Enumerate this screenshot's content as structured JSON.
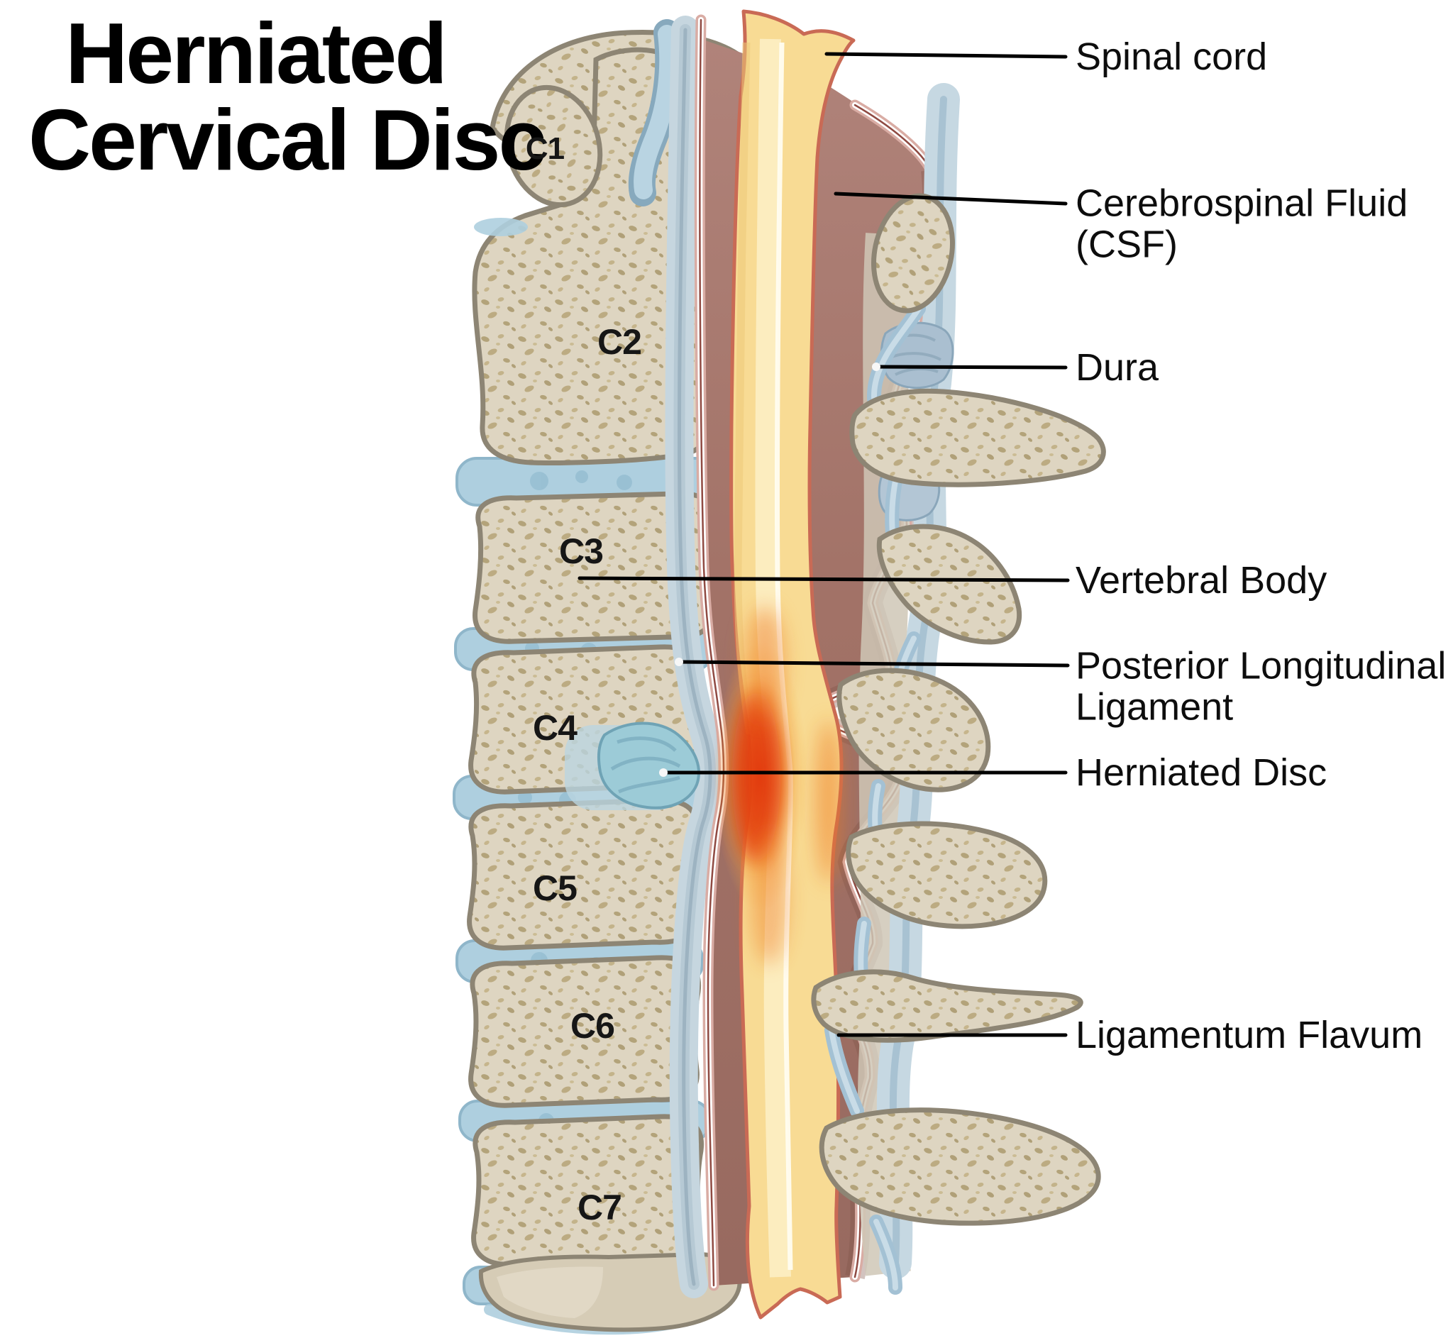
{
  "title": {
    "line1": "Herniated",
    "line2": "Cervical Disc"
  },
  "vertebrae": [
    {
      "label": "C1"
    },
    {
      "label": "C2"
    },
    {
      "label": "C3"
    },
    {
      "label": "C4"
    },
    {
      "label": "C5"
    },
    {
      "label": "C6"
    },
    {
      "label": "C7"
    }
  ],
  "annotations": [
    {
      "label": "Spinal cord"
    },
    {
      "label": "Cerebrospinal Fluid",
      "label2": "(CSF)"
    },
    {
      "label": "Dura"
    },
    {
      "label": "Vertebral Body"
    },
    {
      "label": "Posterior Longitudinal",
      "label2": "Ligament"
    },
    {
      "label": "Herniated Disc"
    },
    {
      "label": "Ligamentum Flavum"
    }
  ],
  "colors": {
    "background": "#ffffff",
    "text": "#000000",
    "bone_fill": "#ded5c1",
    "bone_speckle": "#b3a37a",
    "bone_outline": "#8d8574",
    "disc_blue": "#aecfdf",
    "herniated_disc_blue": "#9ccbd7",
    "pll_blue_gray": "#c6d6df",
    "csf_brown": "#a27267",
    "dura_white": "#ffffff",
    "dura_dark_red": "#8f4a42",
    "cord_yellow": "#f8db94",
    "cord_highlight": "#fceec3",
    "compression_red": "#e23a0e",
    "compression_orange": "#ef7a23",
    "ligament_strand_blue": "#a3c1d4",
    "leader_line": "#000000"
  }
}
